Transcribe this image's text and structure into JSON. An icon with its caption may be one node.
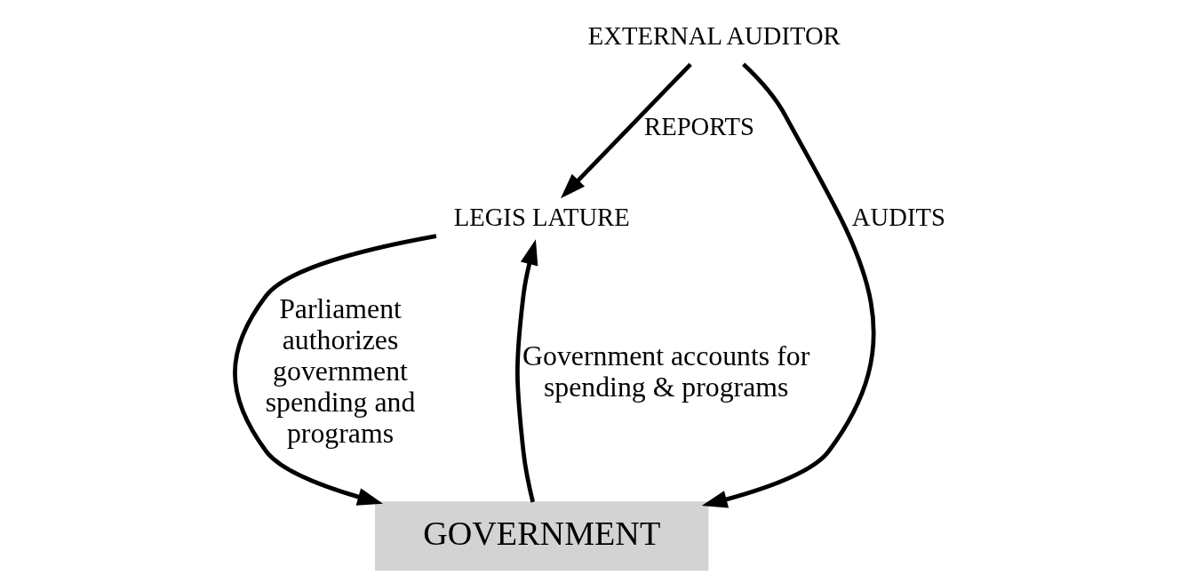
{
  "diagram": {
    "nodes": [
      {
        "text": [
          "LEGIS LATURE"
        ]
      },
      {
        "text": [
          "GOVERNMENT"
        ]
      },
      {
        "text": [
          "EXTERNAL AUDITOR"
        ]
      }
    ],
    "edges": [
      {
        "from": 0,
        "to": 1,
        "arrow": "to",
        "label": "Parliament authorizes government spending and programs"
      },
      {
        "from": 1,
        "to": 0,
        "arrow": "to",
        "label": "Government accounts for spending & programs"
      },
      {
        "from": 2,
        "to": 0,
        "arrow": "to",
        "label": "REPORTS"
      },
      {
        "from": 2,
        "to": 1,
        "arrow": "to",
        "label": "AUDITS"
      }
    ]
  }
}
